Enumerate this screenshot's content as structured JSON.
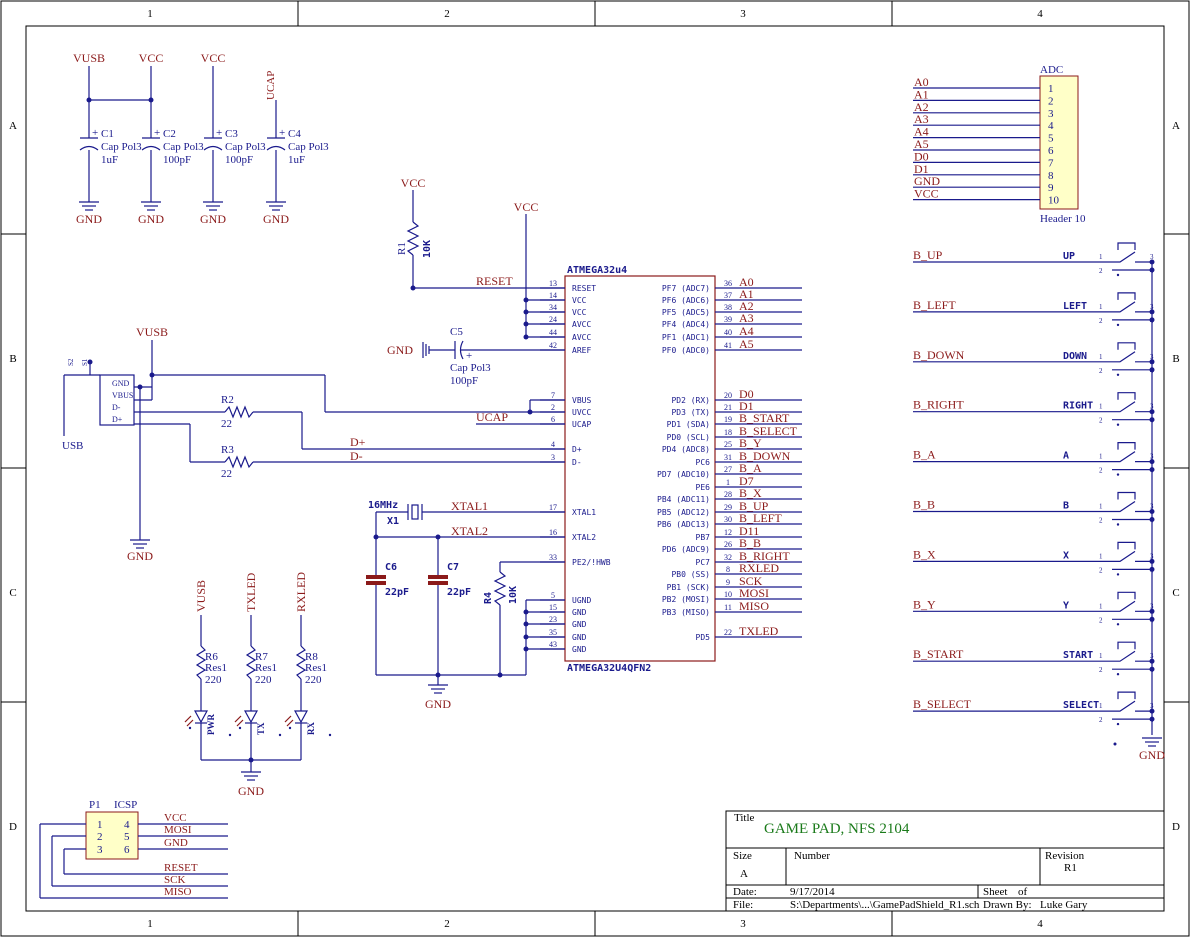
{
  "border": {
    "columns": [
      "1",
      "2",
      "3",
      "4"
    ],
    "rows": [
      "A",
      "B",
      "C",
      "D"
    ]
  },
  "caps": [
    {
      "ref": "C1",
      "value": "1uF",
      "type": "Cap Pol3",
      "net": "VUSB",
      "plus": "+",
      "gnd": "GND"
    },
    {
      "ref": "C2",
      "value": "100pF",
      "type": "Cap Pol3",
      "net": "VCC",
      "plus": "+",
      "gnd": "GND"
    },
    {
      "ref": "C3",
      "value": "100pF",
      "type": "Cap Pol3",
      "net": "VCC",
      "plus": "+",
      "gnd": "GND"
    },
    {
      "ref": "C4",
      "value": "1uF",
      "type": "Cap Pol3",
      "net": "UCAP",
      "plus": "+",
      "gnd": "GND"
    }
  ],
  "reset_circuit": {
    "vcc_r1": "VCC",
    "r1_ref": "R1",
    "r1_value": "10K",
    "reset_net": "RESET",
    "vcc_mcu": "VCC"
  },
  "c5": {
    "gnd": "GND",
    "ref": "C5",
    "type": "Cap Pol3",
    "value": "100pF",
    "plus": "+"
  },
  "usb": {
    "ref": "USB",
    "vusb": "VUSB",
    "gnd": "GND",
    "pins": [
      "GND",
      "VBUS",
      "D-",
      "D+"
    ],
    "shell_pins": [
      "S2",
      "S1"
    ]
  },
  "usb_resistors": [
    {
      "ref": "R2",
      "value": "22"
    },
    {
      "ref": "R3",
      "value": "22"
    }
  ],
  "usb_nets": {
    "ucap": "UCAP",
    "dplus": "D+",
    "dminus": "D-"
  },
  "crystal": {
    "freq": "16MHz",
    "ref": "X1",
    "xtal1": "XTAL1",
    "xtal2": "XTAL2",
    "c6_ref": "C6",
    "c6_value": "22pF",
    "c7_ref": "C7",
    "c7_value": "22pF",
    "r4_ref": "R4",
    "r4_value": "10K",
    "gnd": "GND"
  },
  "mcu": {
    "name": "ATMEGA32u4",
    "part": "ATMEGA32U4QFN2",
    "left_pins": [
      {
        "num": "13",
        "label": "RESET"
      },
      {
        "num": "14",
        "label": "VCC"
      },
      {
        "num": "34",
        "label": "VCC"
      },
      {
        "num": "24",
        "label": "AVCC"
      },
      {
        "num": "44",
        "label": "AVCC"
      },
      {
        "num": "42",
        "label": "AREF"
      },
      {
        "num": "7",
        "label": "VBUS"
      },
      {
        "num": "2",
        "label": "UVCC"
      },
      {
        "num": "6",
        "label": "UCAP"
      },
      {
        "num": "4",
        "label": "D+"
      },
      {
        "num": "3",
        "label": "D-"
      },
      {
        "num": "17",
        "label": "XTAL1"
      },
      {
        "num": "16",
        "label": "XTAL2"
      },
      {
        "num": "33",
        "label": "PE2/!HWB"
      },
      {
        "num": "5",
        "label": "UGND"
      },
      {
        "num": "15",
        "label": "GND"
      },
      {
        "num": "23",
        "label": "GND"
      },
      {
        "num": "35",
        "label": "GND"
      },
      {
        "num": "43",
        "label": "GND"
      }
    ],
    "right_pins": [
      {
        "num": "36",
        "label": "PF7 (ADC7)",
        "net": "A0"
      },
      {
        "num": "37",
        "label": "PF6 (ADC6)",
        "net": "A1"
      },
      {
        "num": "38",
        "label": "PF5 (ADC5)",
        "net": "A2"
      },
      {
        "num": "39",
        "label": "PF4 (ADC4)",
        "net": "A3"
      },
      {
        "num": "40",
        "label": "PF1 (ADC1)",
        "net": "A4"
      },
      {
        "num": "41",
        "label": "PF0 (ADC0)",
        "net": "A5"
      },
      {
        "num": "20",
        "label": "PD2 (RX)",
        "net": "D0"
      },
      {
        "num": "21",
        "label": "PD3 (TX)",
        "net": "D1"
      },
      {
        "num": "19",
        "label": "PD1 (SDA)",
        "net": "B_START"
      },
      {
        "num": "18",
        "label": "PD0 (SCL)",
        "net": "B_SELECT"
      },
      {
        "num": "25",
        "label": "PD4 (ADC8)",
        "net": "B_Y"
      },
      {
        "num": "31",
        "label": "PC6",
        "net": "B_DOWN"
      },
      {
        "num": "27",
        "label": "PD7 (ADC10)",
        "net": "B_A"
      },
      {
        "num": "1",
        "label": "PE6",
        "net": "D7"
      },
      {
        "num": "28",
        "label": "PB4 (ADC11)",
        "net": "B_X"
      },
      {
        "num": "29",
        "label": "PB5 (ADC12)",
        "net": "B_UP"
      },
      {
        "num": "30",
        "label": "PB6 (ADC13)",
        "net": "B_LEFT"
      },
      {
        "num": "12",
        "label": "PB7",
        "net": "D11"
      },
      {
        "num": "26",
        "label": "PD6 (ADC9)",
        "net": "B_B"
      },
      {
        "num": "32",
        "label": "PC7",
        "net": "B_RIGHT"
      },
      {
        "num": "8",
        "label": "PB0 (SS)",
        "net": "RXLED"
      },
      {
        "num": "9",
        "label": "PB1 (SCK)",
        "net": "SCK"
      },
      {
        "num": "10",
        "label": "PB2 (MOSI)",
        "net": "MOSI"
      },
      {
        "num": "11",
        "label": "PB3 (MISO)",
        "net": "MISO"
      },
      {
        "num": "22",
        "label": "PD5",
        "net": "TXLED"
      }
    ]
  },
  "adc_header": {
    "title": "ADC",
    "part": "Header 10",
    "pins": [
      {
        "num": "1",
        "net": "A0"
      },
      {
        "num": "2",
        "net": "A1"
      },
      {
        "num": "3",
        "net": "A2"
      },
      {
        "num": "4",
        "net": "A3"
      },
      {
        "num": "5",
        "net": "A4"
      },
      {
        "num": "6",
        "net": "A5"
      },
      {
        "num": "7",
        "net": "D0"
      },
      {
        "num": "8",
        "net": "D1"
      },
      {
        "num": "9",
        "net": "GND"
      },
      {
        "num": "10",
        "net": "VCC"
      }
    ]
  },
  "buttons": [
    {
      "net": "B_UP",
      "label": "UP"
    },
    {
      "net": "B_LEFT",
      "label": "LEFT"
    },
    {
      "net": "B_DOWN",
      "label": "DOWN"
    },
    {
      "net": "B_RIGHT",
      "label": "RIGHT"
    },
    {
      "net": "B_A",
      "label": "A"
    },
    {
      "net": "B_B",
      "label": "B"
    },
    {
      "net": "B_X",
      "label": "X"
    },
    {
      "net": "B_Y",
      "label": "Y"
    },
    {
      "net": "B_START",
      "label": "START"
    },
    {
      "net": "B_SELECT",
      "label": "SELECT"
    }
  ],
  "button_pins": {
    "p1": "1",
    "p2": "2",
    "p3": "3",
    "p4": "4"
  },
  "buttons_gnd": "GND",
  "leds": [
    {
      "net": "VUSB",
      "ref": "R6",
      "type": "Res1",
      "value": "220",
      "led": "PWR"
    },
    {
      "net": "TXLED",
      "ref": "R7",
      "type": "Res1",
      "value": "220",
      "led": "TX"
    },
    {
      "net": "RXLED",
      "ref": "R8",
      "type": "Res1",
      "value": "220",
      "led": "RX"
    }
  ],
  "leds_gnd": "GND",
  "icsp": {
    "ref": "P1",
    "name": "ICSP",
    "pins": [
      [
        "1",
        "4"
      ],
      [
        "2",
        "5"
      ],
      [
        "3",
        "6"
      ]
    ],
    "nets": [
      "VCC",
      "MOSI",
      "GND",
      "RESET",
      "SCK",
      "MISO"
    ]
  },
  "title_block": {
    "title_label": "Title",
    "title": "GAME PAD, NFS 2104",
    "size_label": "Size",
    "size": "A",
    "number_label": "Number",
    "revision_label": "Revision",
    "revision": "R1",
    "date_label": "Date:",
    "date": "9/17/2014",
    "sheet_label": "Sheet",
    "of_label": "of",
    "file_label": "File:",
    "file": "S:\\Departments\\...\\GamePadShield_R1.sch",
    "drawn_label": "Drawn By:",
    "drawn_by": "Luke Gary"
  }
}
